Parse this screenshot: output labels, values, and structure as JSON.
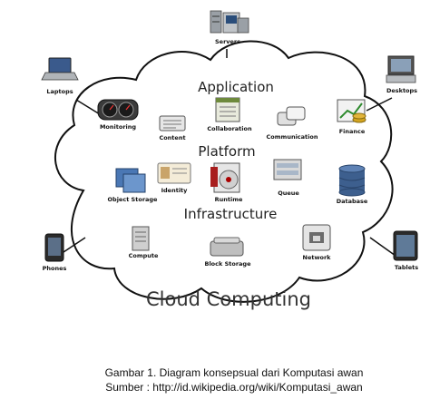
{
  "diagram": {
    "title": "Cloud Computing",
    "sections": {
      "application": "Application",
      "platform": "Platform",
      "infrastructure": "Infrastructure"
    },
    "clients": {
      "servers": "Servers",
      "laptops": "Laptops",
      "desktops": "Desktops",
      "phones": "Phones",
      "tablets": "Tablets"
    },
    "application_items": {
      "monitoring": "Monitoring",
      "content": "Content",
      "collaboration": "Collaboration",
      "communication": "Communication",
      "finance": "Finance"
    },
    "platform_items": {
      "object_storage": "Object Storage",
      "identity": "Identity",
      "runtime": "Runtime",
      "queue": "Queue",
      "database": "Database"
    },
    "infrastructure_items": {
      "compute": "Compute",
      "block_storage": "Block Storage",
      "network": "Network"
    }
  },
  "caption": {
    "line1": "Gambar 1. Diagram konsepsual dari Komputasi awan",
    "line2": "Sumber : http://id.wikipedia.org/wiki/Komputasi_awan"
  }
}
